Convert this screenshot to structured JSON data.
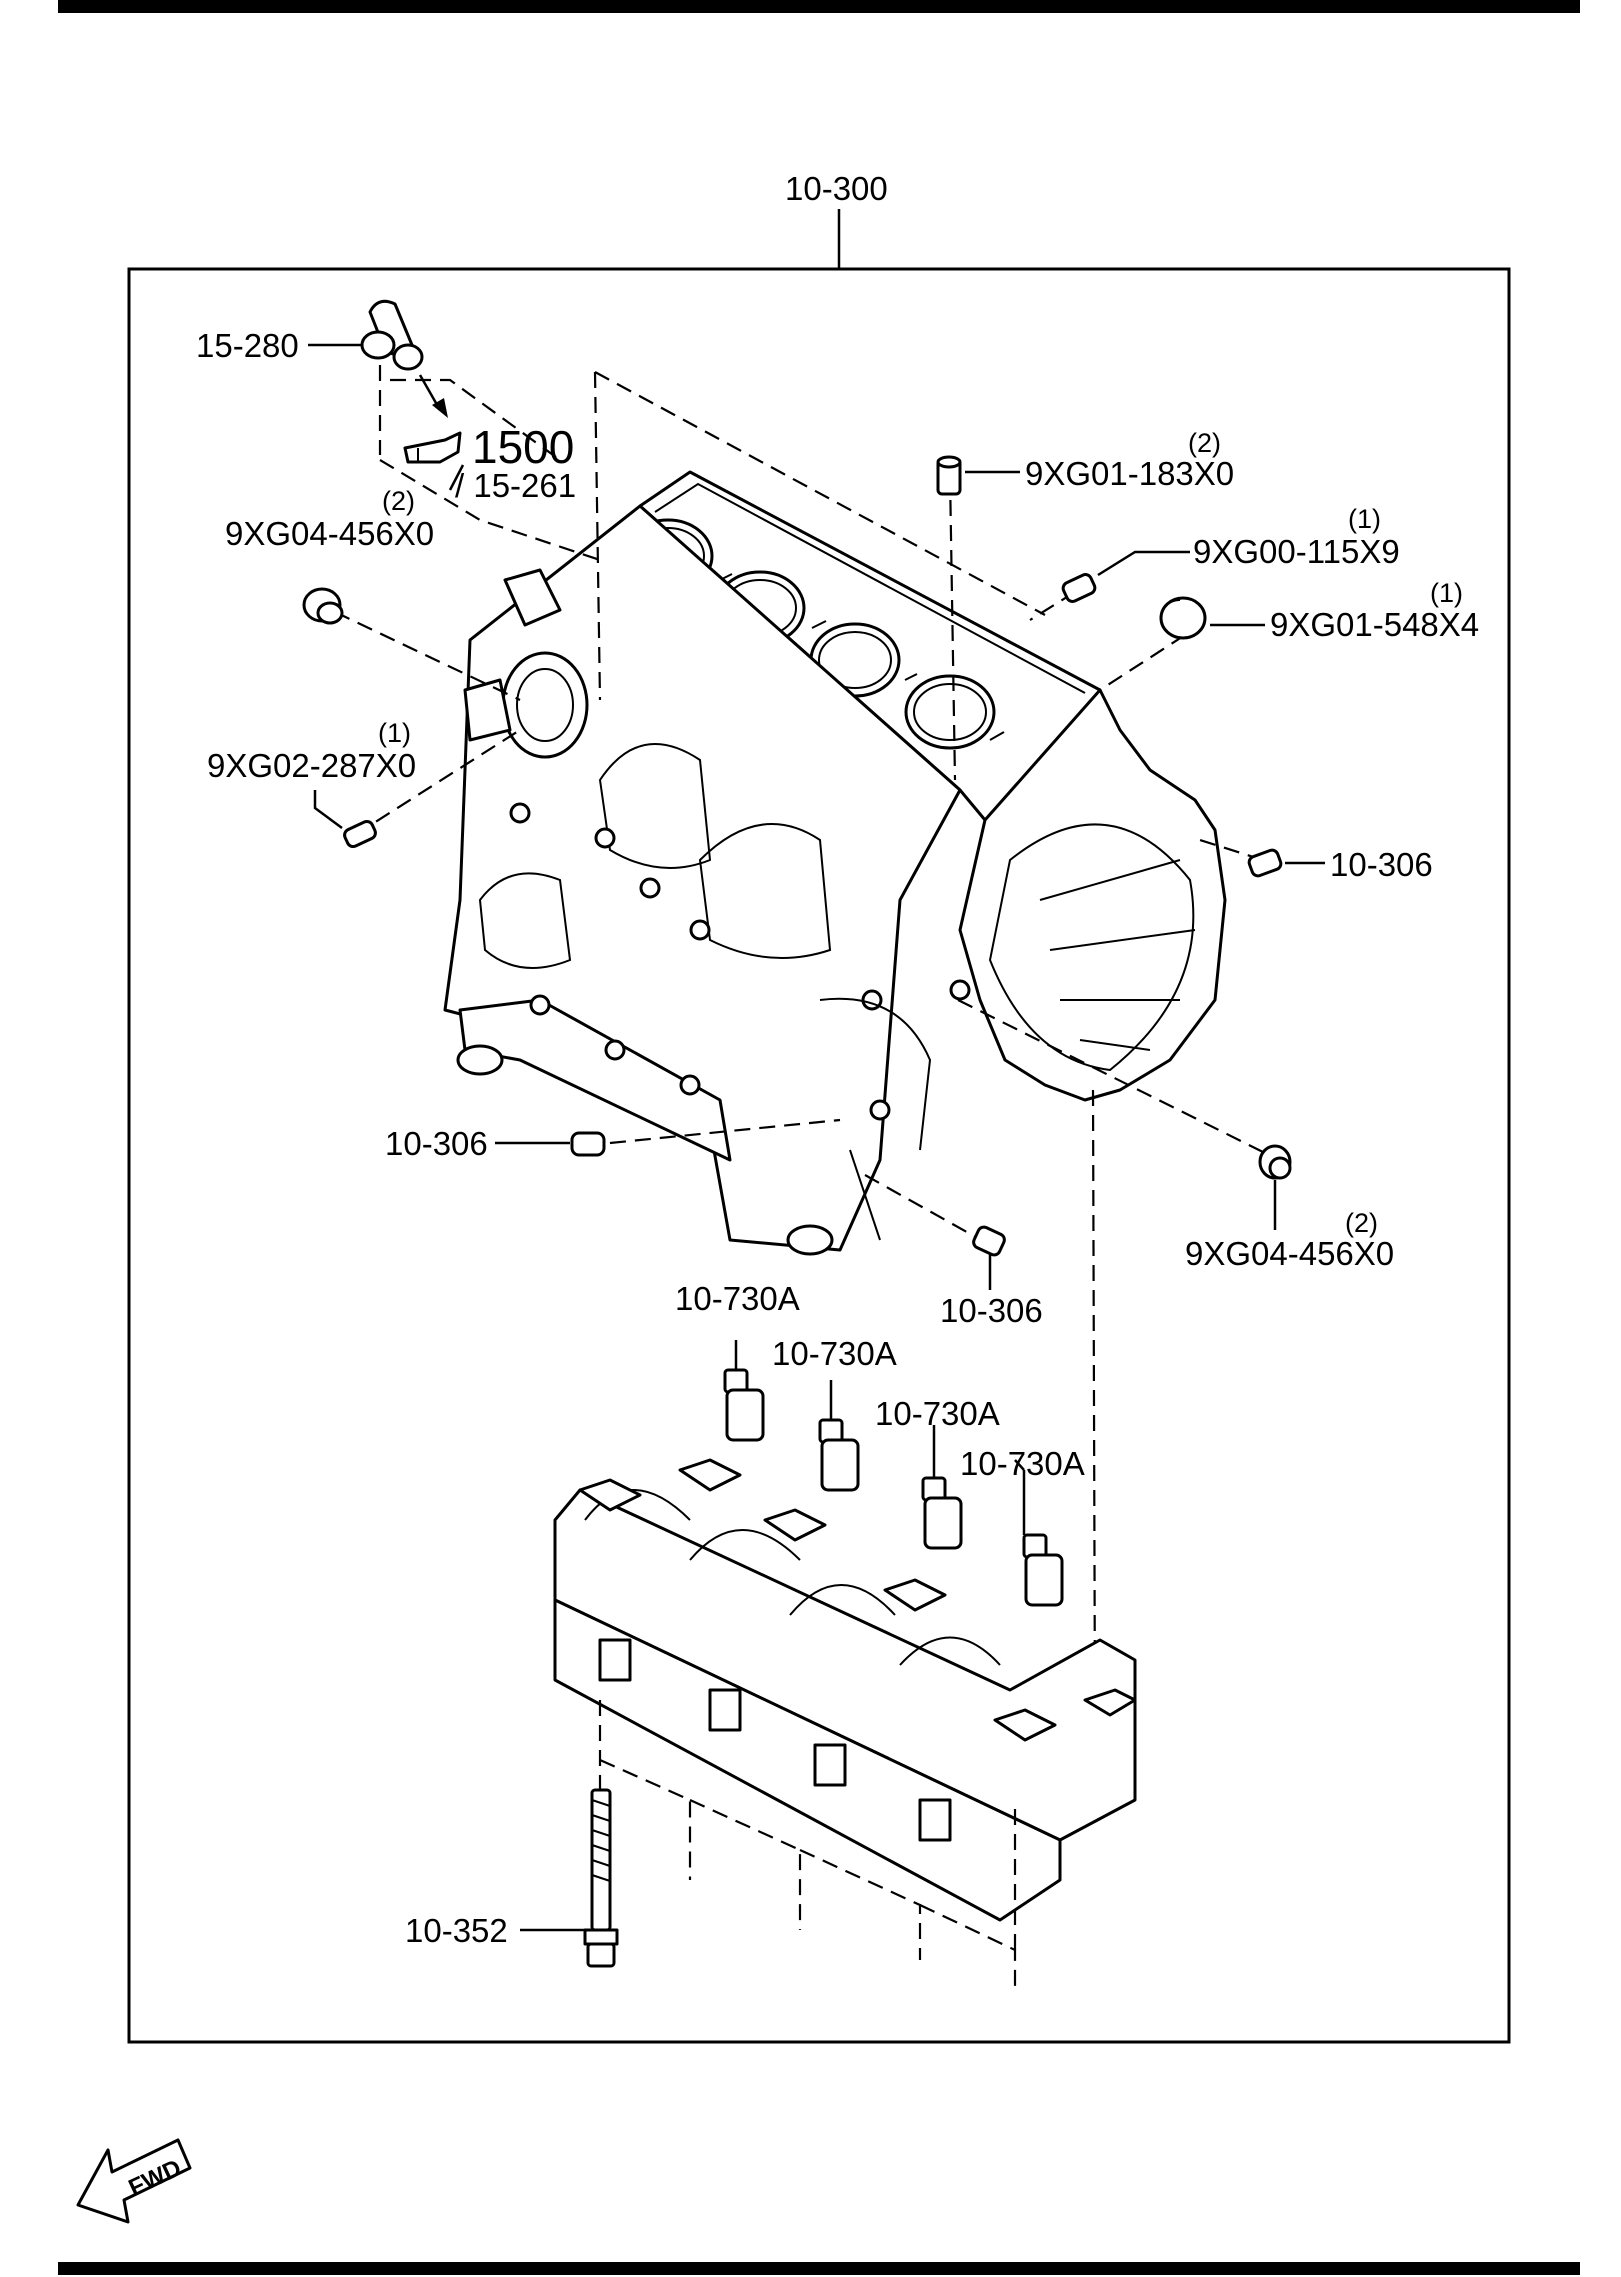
{
  "assembly_label": "10-300",
  "parts": {
    "p15_280": "15-280",
    "ref1500": "1500",
    "ref15_261": "/ 15-261",
    "p183": "9XG01-183X0",
    "p183_qty": "(2)",
    "p115": "9XG00-115X9",
    "p115_qty": "(1)",
    "p548": "9XG01-548X4",
    "p548_qty": "(1)",
    "p456_top": "9XG04-456X0",
    "p456_top_qty": "(2)",
    "p287": "9XG02-287X0",
    "p287_qty": "(1)",
    "p306_right": "10-306",
    "p306_left": "10-306",
    "p306_bottom": "10-306",
    "p456_bot": "9XG04-456X0",
    "p456_bot_qty": "(2)",
    "p730a_1": "10-730A",
    "p730a_2": "10-730A",
    "p730a_3": "10-730A",
    "p730a_4": "10-730A",
    "p352": "10-352"
  },
  "fwd_label": "FWD"
}
